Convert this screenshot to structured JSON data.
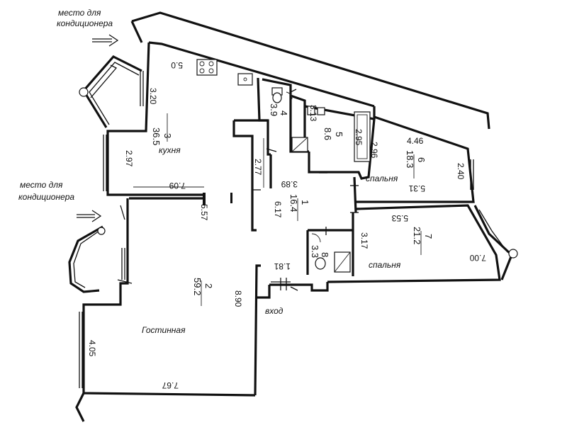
{
  "notes": {
    "ac_top_line1": "место для",
    "ac_top_line2": "кондиционера",
    "ac_left_line1": "место для",
    "ac_left_line2": "кондиционера",
    "entrance": "вход"
  },
  "rooms": {
    "kitchen": {
      "number": "3",
      "area": "36.5",
      "label": "кухня"
    },
    "living": {
      "number": "2",
      "area": "59.2",
      "label": "Гостинная"
    },
    "hall": {
      "number": "1",
      "area": "16.4"
    },
    "wc4": {
      "number": "4",
      "area": "3.9"
    },
    "bath5": {
      "number": "5",
      "area": "8.6"
    },
    "bedroom6": {
      "number": "6",
      "area": "18.3",
      "label": "спальня"
    },
    "bedroom7": {
      "number": "7",
      "area": "21.2",
      "label": "спальня"
    },
    "bath8": {
      "number": "8",
      "area": "3.3"
    }
  },
  "dimensions": {
    "d_5_0": "5.0",
    "d_3_20": "3.20",
    "d_2_97": "2.97",
    "d_7_09": "7.09",
    "d_2_77": "2.77",
    "d_5_57": "5.57",
    "d_3_13": "3.13",
    "d_2_95": "2.95",
    "d_4_46": "4.46",
    "d_2_96": "2.96",
    "d_2_40": "2.40",
    "d_5_31": "5.31",
    "d_3_89": "3.89",
    "d_6_17": "6.17",
    "d_5_53": "5.53",
    "d_3_17": "3.17",
    "d_7_00": "7.00",
    "d_1_81": "1.81",
    "d_8_90": "8.90",
    "d_4_05": "4.05",
    "d_7_67": "7.67"
  }
}
